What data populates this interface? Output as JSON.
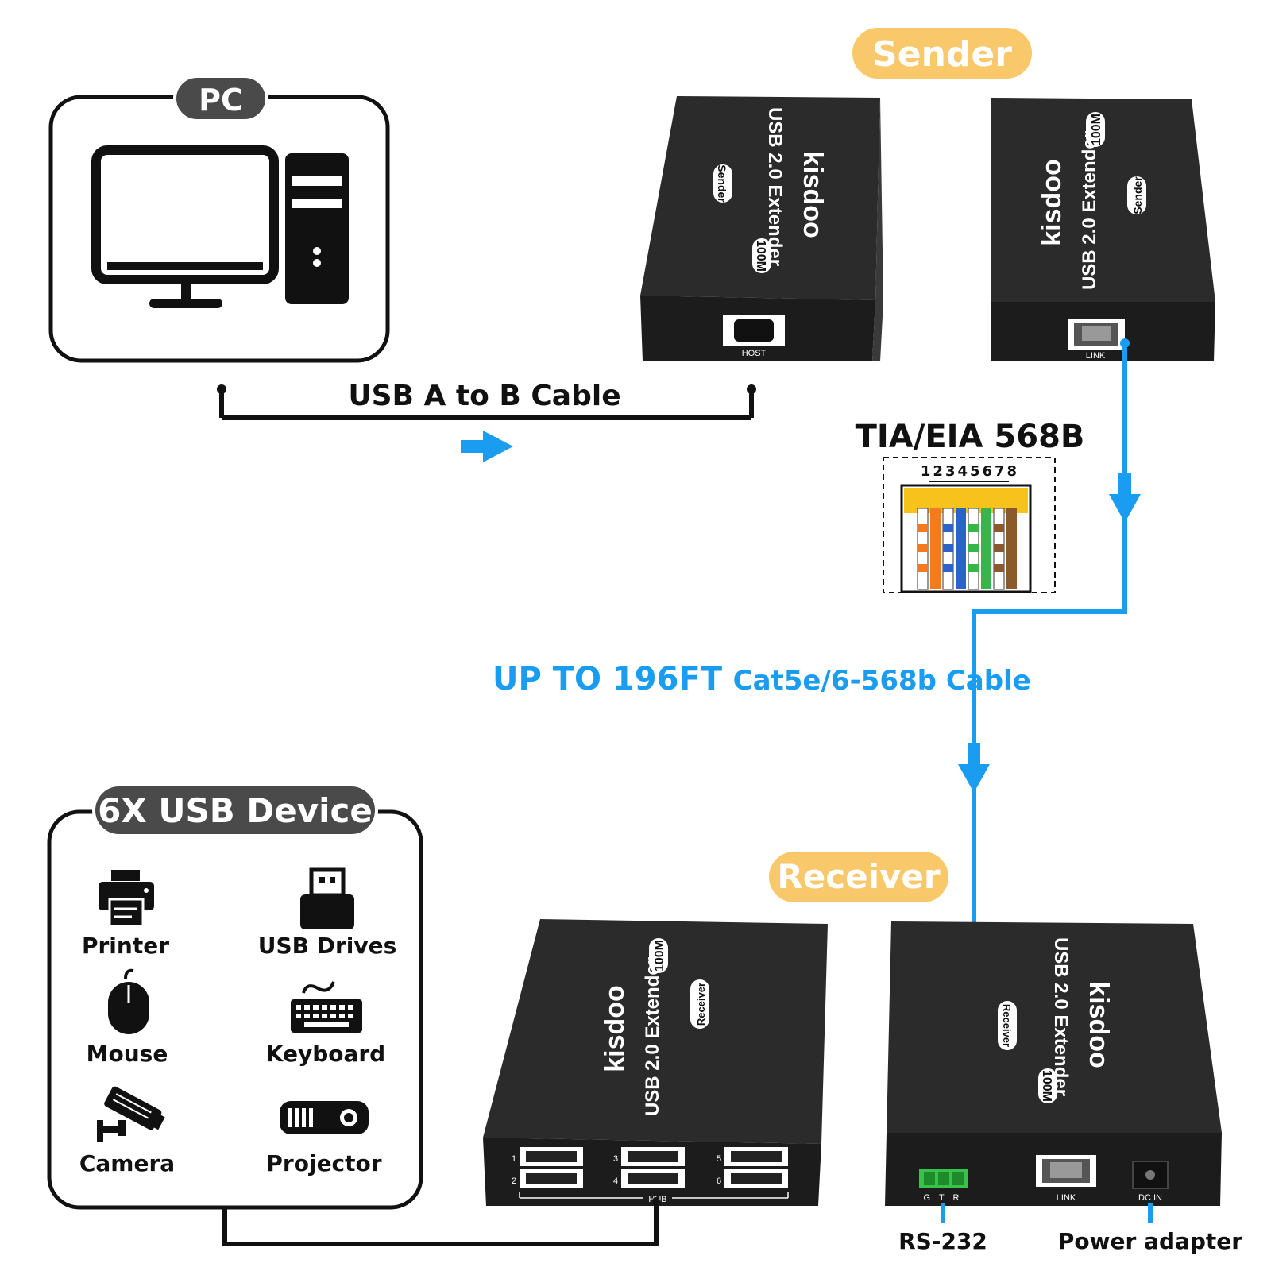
{
  "colors": {
    "blue": "#1a9cf0",
    "pill_yellow": "#f9c86a",
    "pill_gray": "#4a4a4a",
    "device": "#2b2b2b",
    "device_front": "#1c1c1c",
    "black": "#111111"
  },
  "pc": {
    "title": "PC",
    "icon": "desktop-computer-icon"
  },
  "cables": {
    "usb": "USB A to B Cable",
    "distance": "UP TO 196FT",
    "type": "Cat5e/6-568b Cable"
  },
  "wiring": {
    "title": "TIA/EIA 568B",
    "pins": "12345678"
  },
  "sender": {
    "label": "Sender",
    "brand": "kisdoo",
    "model": "USB 2.0 Extender",
    "badge": "100M",
    "role": "Sender",
    "port_host": "HOST",
    "port_link": "LINK"
  },
  "receiver": {
    "label": "Receiver",
    "brand": "kisdoo",
    "model": "USB 2.0 Extender",
    "badge": "100M",
    "role": "Receiver",
    "port_hub": "HUB",
    "port_link": "LINK",
    "port_dc": "DC IN",
    "rs232_pins": "G T R",
    "hub_nums": [
      "1",
      "2",
      "3",
      "4",
      "5",
      "6"
    ]
  },
  "devices_box": {
    "title": "6X USB Device",
    "items": [
      {
        "label": "Printer",
        "icon": "printer-icon"
      },
      {
        "label": "USB Drives",
        "icon": "usb-drive-icon"
      },
      {
        "label": "Mouse",
        "icon": "mouse-icon"
      },
      {
        "label": "Keyboard",
        "icon": "keyboard-icon"
      },
      {
        "label": "Camera",
        "icon": "security-camera-icon"
      },
      {
        "label": "Projector",
        "icon": "projector-icon"
      }
    ]
  },
  "connectors": {
    "rs232": "RS-232",
    "power": "Power adapter"
  }
}
